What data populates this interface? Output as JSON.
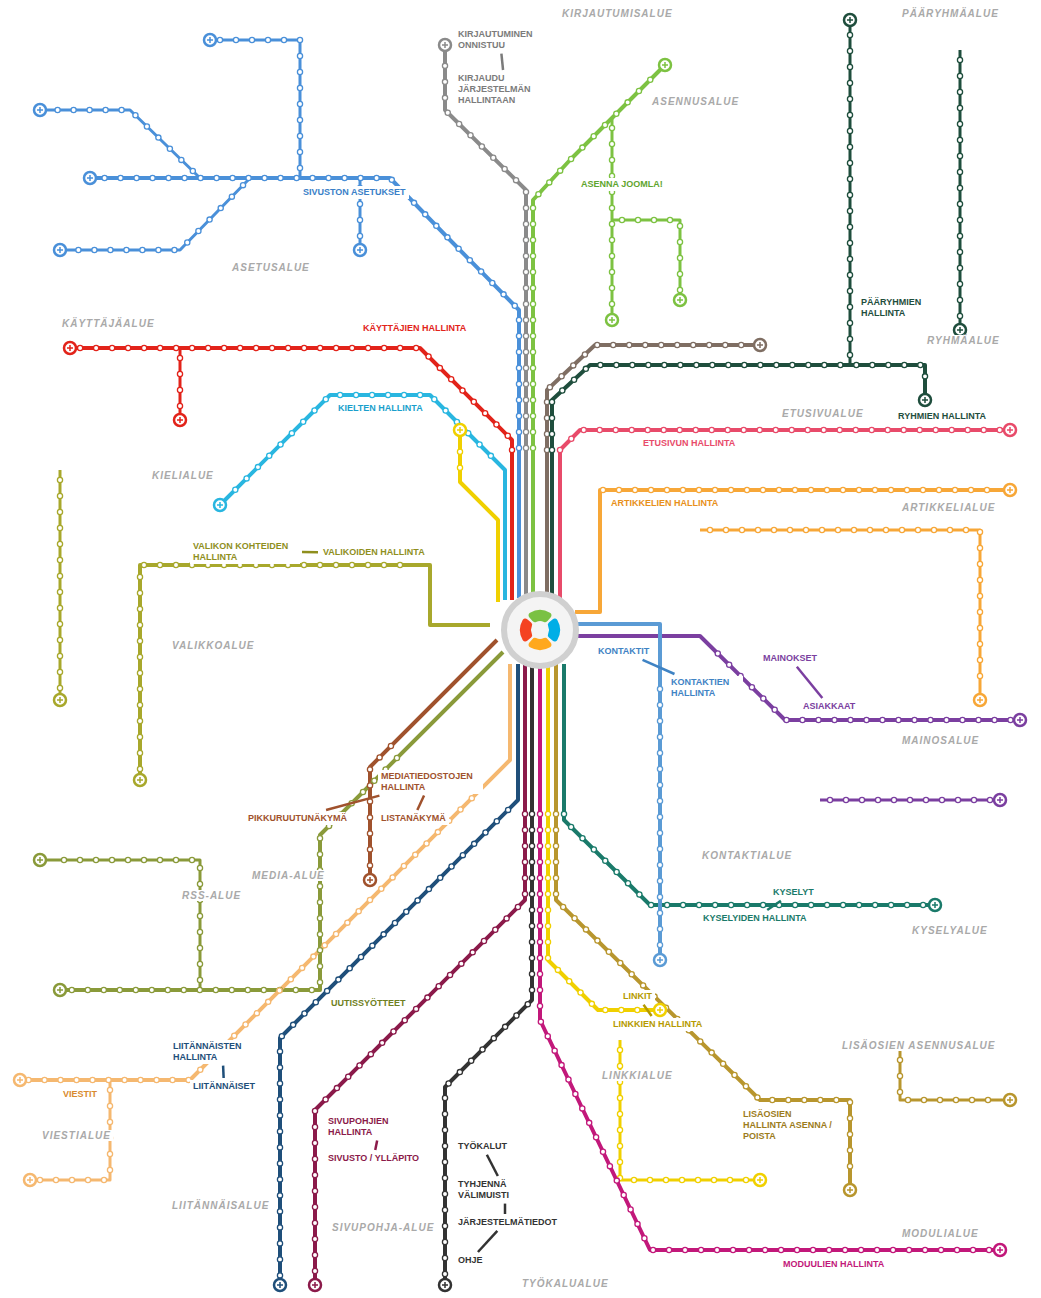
{
  "diagram": {
    "nodes": [
      {
        "text": [
          "KIRJAUTUMINEN ONNISTUU"
        ]
      },
      {
        "text": [
          "KIRJAUDU JÄRJESTELMÄN HALLINTAAN"
        ]
      },
      {
        "text": [
          "ASENNA JOOMLA!"
        ]
      },
      {
        "text": [
          "PÄÄRYHMIEN HALLINTA"
        ]
      },
      {
        "text": [
          "RYHMIEN HALLINTA"
        ]
      },
      {
        "text": [
          "KÄYTTÄJIEN HALLINTA"
        ]
      },
      {
        "text": [
          "SIVUSTON ASETUKSET"
        ]
      },
      {
        "text": [
          "KIELTEN HALLINTA"
        ]
      },
      {
        "text": [
          "ETUSIVUN HALLINTA"
        ]
      },
      {
        "text": [
          "ARTIKKELIEN HALLINTA"
        ]
      },
      {
        "text": [
          "VALIKOIDEN HALLINTA"
        ]
      },
      {
        "text": [
          "VALIKON KOHTEIDEN HALLINTA"
        ]
      },
      {
        "text": [
          "MEDIATIEDOSTOJEN HALLINTA"
        ]
      },
      {
        "text": [
          "PIKKURUUTUNÄKYMÄ"
        ]
      },
      {
        "text": [
          "LISTANÄKYMÄ"
        ]
      },
      {
        "text": [
          "KONTAKTIEN HALLINTA"
        ]
      },
      {
        "text": [
          "KONTAKTIT"
        ]
      },
      {
        "text": [
          "MAINOKSET"
        ]
      },
      {
        "text": [
          "ASIAKKAAT"
        ]
      },
      {
        "text": [
          "KYSELYIDEN HALLINTA"
        ]
      },
      {
        "text": [
          "KYSELYT"
        ]
      },
      {
        "text": [
          "LISÄOSIEN HALLINTA ASENNA / POISTA"
        ]
      },
      {
        "text": [
          "LINKKIEN HALLINTA"
        ]
      },
      {
        "text": [
          "LINKIT"
        ]
      },
      {
        "text": [
          "TYÖKALUT"
        ]
      },
      {
        "text": [
          "TYHJENNÄ VÄLIMUISTI"
        ]
      },
      {
        "text": [
          "JÄRJESTELMÄTIEDOT"
        ]
      },
      {
        "text": [
          "OHJE"
        ]
      },
      {
        "text": [
          "SIVUPOHJIEN HALLINTA"
        ]
      },
      {
        "text": [
          "SIVUSTO / YLLÄPITO"
        ]
      },
      {
        "text": [
          "LIITÄNNÄISTEN HALLINTA"
        ]
      },
      {
        "text": [
          "LIITÄNNÄISET"
        ]
      },
      {
        "text": [
          "VIESTIT"
        ]
      },
      {
        "text": [
          "MODUULIEN HALLINTA"
        ]
      },
      {
        "text": [
          "UUTISSYÖTTEET"
        ]
      }
    ],
    "edges": [
      {
        "from": 1,
        "to": 0,
        "arrow": "none"
      },
      {
        "from": 10,
        "to": 11,
        "arrow": "none"
      },
      {
        "from": 12,
        "to": 13,
        "arrow": "none"
      },
      {
        "from": 12,
        "to": 14,
        "arrow": "none"
      },
      {
        "from": 15,
        "to": 16,
        "arrow": "none"
      },
      {
        "from": 17,
        "to": 18,
        "arrow": "none"
      },
      {
        "from": 19,
        "to": 20,
        "arrow": "none"
      },
      {
        "from": 22,
        "to": 23,
        "arrow": "none"
      },
      {
        "from": 24,
        "to": 25,
        "arrow": "none"
      },
      {
        "from": 25,
        "to": 26,
        "arrow": "none"
      },
      {
        "from": 26,
        "to": 27,
        "arrow": "none"
      },
      {
        "from": 28,
        "to": 29,
        "arrow": "none"
      },
      {
        "from": 30,
        "to": 31,
        "arrow": "none"
      }
    ],
    "labels": [
      "KIRJAUTUMISALUE",
      "ASENNUSALUE",
      "PÄÄRYHMÄALUE",
      "ASETUSALUE",
      "KÄYTTÄJÄALUE",
      "RYHMÄALUE",
      "ETUSIVUALUE",
      "KIELIALUE",
      "ARTIKKELIALUE",
      "VALIKKOALUE",
      "MEDIA-ALUE",
      "KONTAKTIALUE",
      "MAINOSALUE",
      "RSS-ALUE",
      "KYSELYALUE",
      "LISÄOSIEN ASENNUSALUE",
      "LINKKIALUE",
      "VIESTIALUE",
      "LIITÄNNÄISALUE",
      "SIVUPOHJA-ALUE",
      "TYÖKALUALUE",
      "MODULIALUE"
    ]
  }
}
